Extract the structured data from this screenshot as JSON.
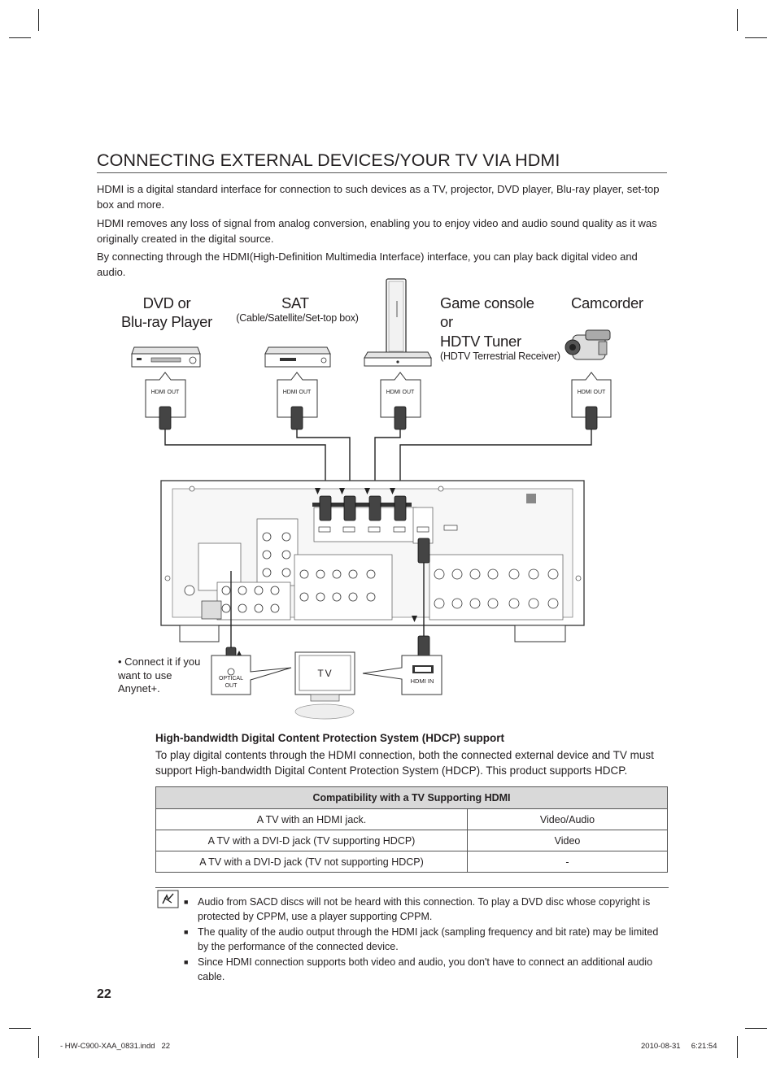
{
  "title": "CONNECTING EXTERNAL DEVICES/YOUR TV VIA HDMI",
  "intro": [
    "HDMI is a digital standard interface for connection to such devices as a TV, projector, DVD player, Blu-ray player, set-top box and more.",
    "HDMI removes any loss of signal from analog conversion, enabling you to enjoy video and audio sound quality as it was originally created in the digital source.",
    "By connecting through the HDMI(High-Definition Multimedia Interface) interface, you can play back digital video and audio."
  ],
  "devices": {
    "dvd": {
      "line1": "DVD or",
      "line2": "Blu-ray Player"
    },
    "sat": {
      "label": "SAT",
      "sub": "(Cable/Satellite/Set-top box)"
    },
    "game": {
      "line1": "Game console",
      "line2": "or",
      "line3": "HDTV Tuner",
      "sub": "(HDTV Terrestrial Receiver)"
    },
    "camcorder": {
      "label": "Camcorder"
    }
  },
  "diagram": {
    "hdmi_out": "HDMI OUT",
    "hdmi_in": "HDMI IN",
    "optical_out_1": "OPTICAL",
    "optical_out_2": "OUT",
    "tv": "TV",
    "anynet": "• Connect it if you want to use Anynet+."
  },
  "hdcp": {
    "heading": "High-bandwidth Digital Content Protection System (HDCP) support",
    "text": "To play digital contents through the HDMI connection, both the connected external device and TV must support High-bandwidth Digital Content Protection System (HDCP). This product supports HDCP."
  },
  "table": {
    "header": "Compatibility with a TV Supporting HDMI",
    "rows": [
      {
        "tv": "A TV with an HDMI jack.",
        "result": "Video/Audio"
      },
      {
        "tv": "A TV with a DVI-D jack (TV supporting HDCP)",
        "result": "Video"
      },
      {
        "tv": "A TV with a DVI-D jack (TV not supporting HDCP)",
        "result": "-"
      }
    ]
  },
  "notes": [
    "Audio from SACD discs will not be heard with this connection. To play a DVD disc whose copyright is protected by CPPM, use a player supporting CPPM.",
    "The quality of the audio output through the HDMI jack (sampling frequency and bit rate) may be limited by the performance of the connected device.",
    "Since HDMI connection supports both video and audio, you don't have to connect an additional audio cable."
  ],
  "note_bullet": "■",
  "page_number": "22",
  "footer": {
    "file": "- HW-C900-XAA_0831.indd   22",
    "stamp": "2010-08-31     6:21:54"
  }
}
